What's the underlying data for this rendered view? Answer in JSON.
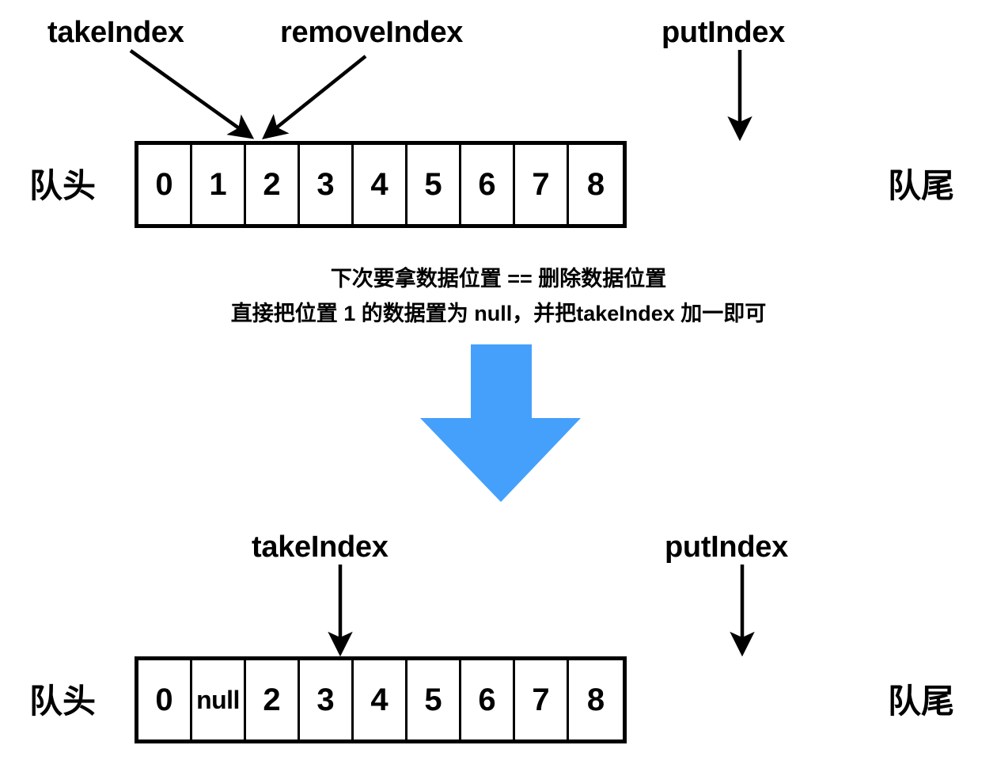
{
  "diagram": {
    "title": "ArrayBlockingQueue remove at takeIndex",
    "accent_blue": "#45A0FB",
    "stroke_color": "#000000",
    "background": "#ffffff"
  },
  "top": {
    "pointers": [
      {
        "name": "takeIndex-pointer",
        "label": "takeIndex",
        "target_index": 1
      },
      {
        "name": "removeIndex-pointer",
        "label": "removeIndex",
        "target_index": 1
      },
      {
        "name": "putIndex-pointer",
        "label": "putIndex",
        "target_index": 7
      }
    ],
    "head_label": "队头",
    "tail_label": "队尾",
    "cells": [
      "0",
      "1",
      "2",
      "3",
      "4",
      "5",
      "6",
      "7",
      "8"
    ]
  },
  "caption": {
    "line1": "下次要拿数据位置 == 删除数据位置",
    "line2": "直接把位置 1 的数据置为 null，并把takeIndex 加一即可"
  },
  "transition": {
    "arrow_name": "down-arrow-icon",
    "color": "#45A0FB"
  },
  "bottom": {
    "pointers": [
      {
        "name": "takeIndex-pointer",
        "label": "takeIndex",
        "target_index": 2
      },
      {
        "name": "putIndex-pointer",
        "label": "putIndex",
        "target_index": 7
      }
    ],
    "head_label": "队头",
    "tail_label": "队尾",
    "cells": [
      "0",
      "null",
      "2",
      "3",
      "4",
      "5",
      "6",
      "7",
      "8"
    ]
  },
  "chart_data": {
    "type": "diagram",
    "title": "Circular array queue — remove() when removeIndex equals takeIndex",
    "states": [
      {
        "name": "before",
        "slots": [
          "0",
          "1",
          "2",
          "3",
          "4",
          "5",
          "6",
          "7",
          "8"
        ],
        "takeIndex": 1,
        "removeIndex": 1,
        "putIndex": 7,
        "head_label": "队头",
        "tail_label": "队尾"
      },
      {
        "name": "after",
        "slots": [
          "0",
          "null",
          "2",
          "3",
          "4",
          "5",
          "6",
          "7",
          "8"
        ],
        "takeIndex": 2,
        "putIndex": 7,
        "head_label": "队头",
        "tail_label": "队尾"
      }
    ],
    "annotations": [
      "下次要拿数据位置 == 删除数据位置",
      "直接把位置 1 的数据置为 null，并把takeIndex 加一即可"
    ]
  }
}
